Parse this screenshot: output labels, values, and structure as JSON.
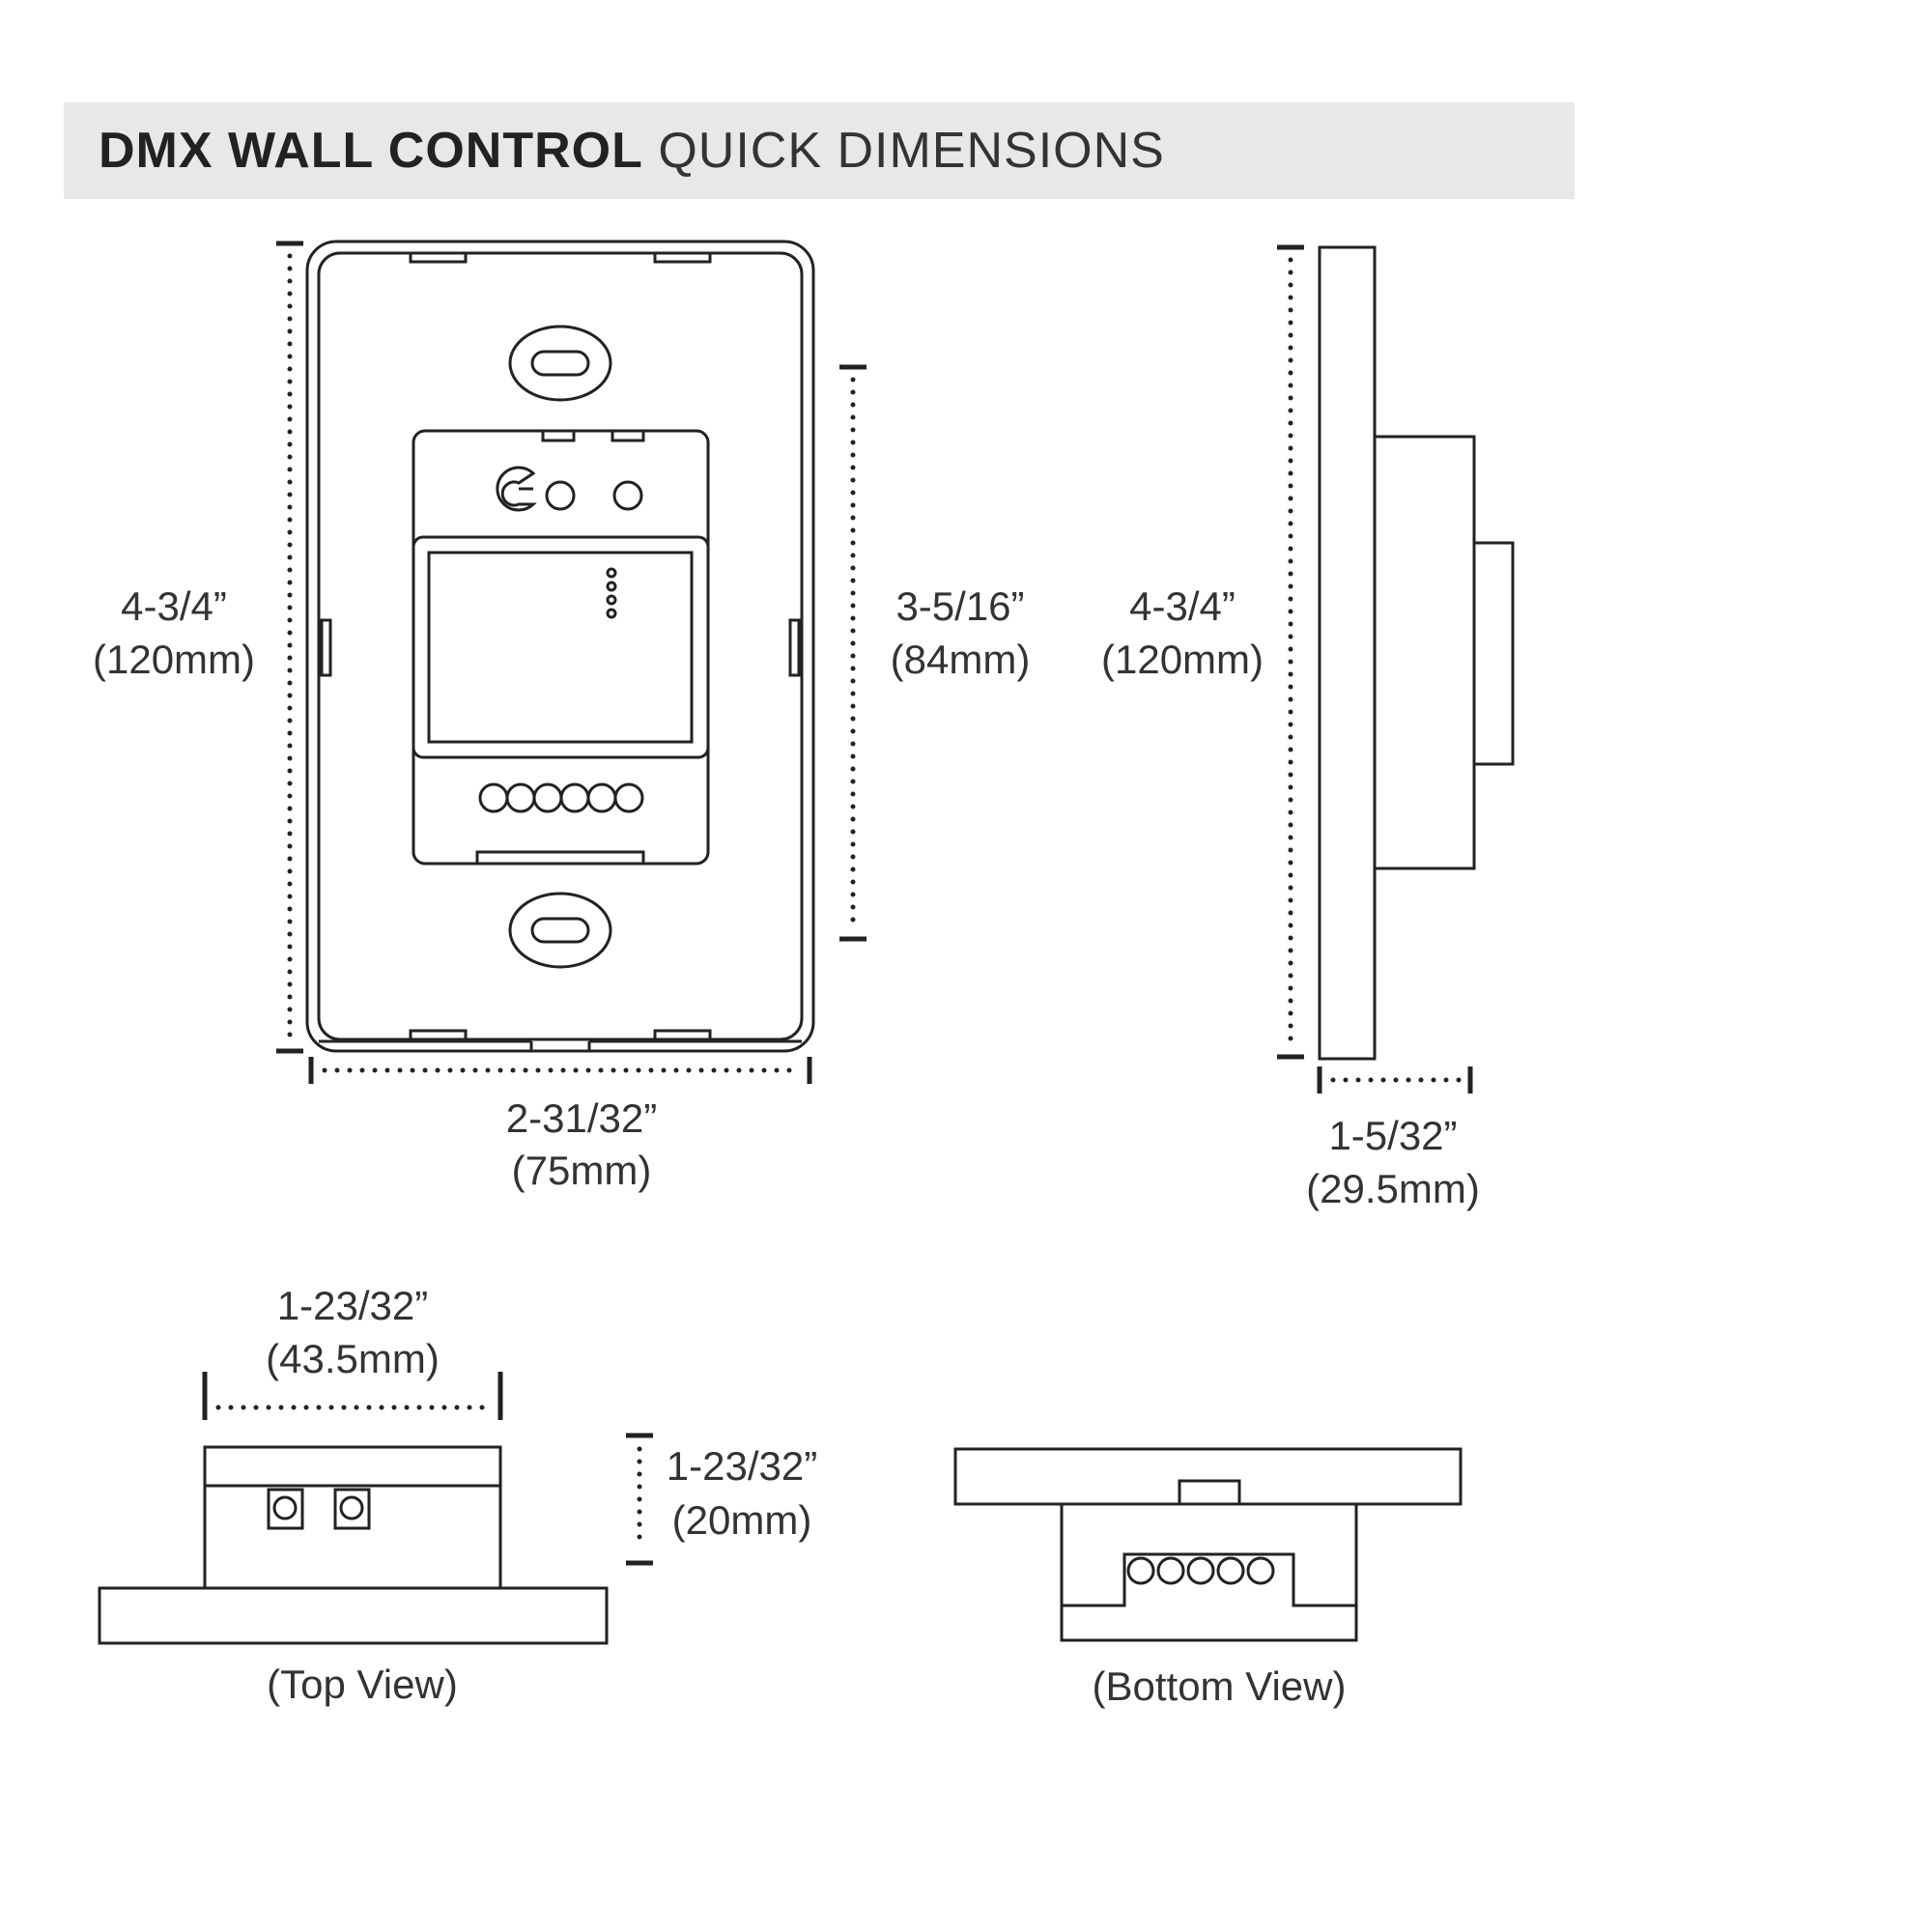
{
  "header": {
    "title_bold": "DMX WALL CONTROL",
    "title_light": "QUICK DIMENSIONS",
    "background": "#e8e8e9"
  },
  "front_view": {
    "height_in": "4-3/4”",
    "height_mm": "(120mm)",
    "module_height_in": "3-5/16”",
    "module_height_mm": "(84mm)",
    "width_in": "2-31/32”",
    "width_mm": "(75mm)"
  },
  "side_view": {
    "height_in": "4-3/4”",
    "height_mm": "(120mm)",
    "depth_in": "1-5/32”",
    "depth_mm": "(29.5mm)"
  },
  "top_view": {
    "width_in": "1-23/32”",
    "width_mm": "(43.5mm)",
    "height_in": "1-23/32”",
    "height_mm": "(20mm)",
    "caption": "(Top View)"
  },
  "bottom_view": {
    "caption": "(Bottom View)"
  },
  "line_color": "#222222"
}
